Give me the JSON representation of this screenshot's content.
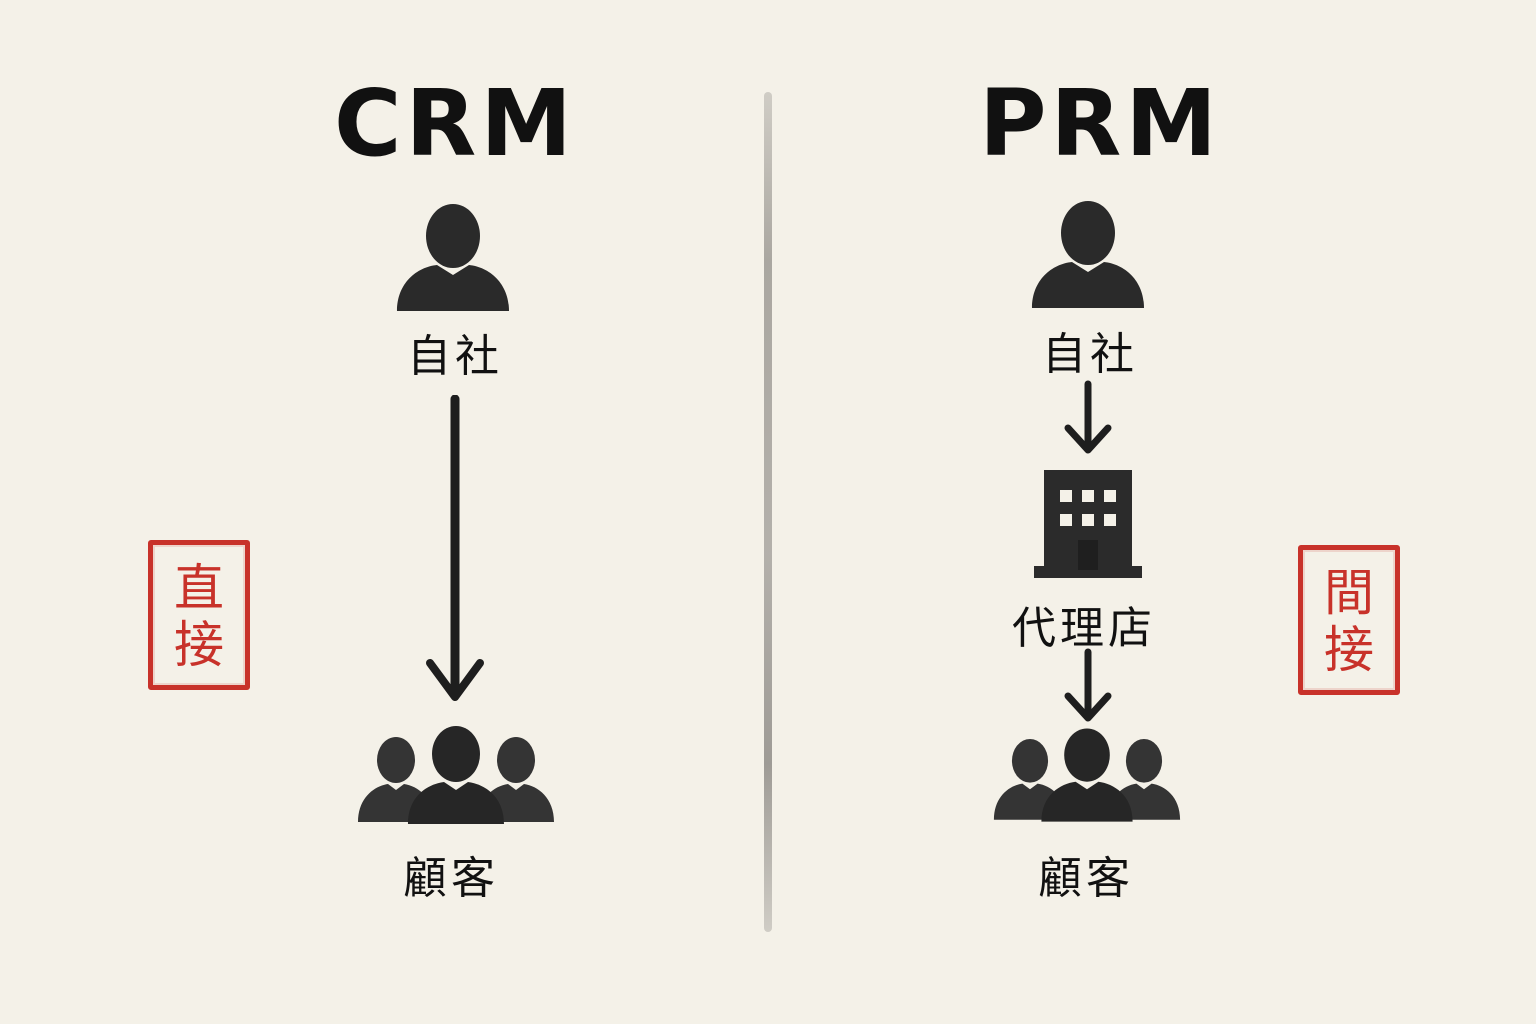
{
  "left_panel": {
    "title": "CRM",
    "top_label": "自社",
    "bottom_label": "顧客",
    "seal": {
      "char1": "直",
      "char2": "接"
    }
  },
  "right_panel": {
    "title": "PRM",
    "top_label": "自社",
    "middle_label": "代理店",
    "bottom_label": "顧客",
    "seal": {
      "char1": "間",
      "char2": "接"
    }
  },
  "colors": {
    "background": "#f4f1e8",
    "ink": "#1c1c1c",
    "seal": "#c8322a"
  },
  "icons": {
    "company": "person-icon",
    "customers": "group-icon",
    "agency": "building-icon",
    "flow": "arrow-down-icon"
  }
}
